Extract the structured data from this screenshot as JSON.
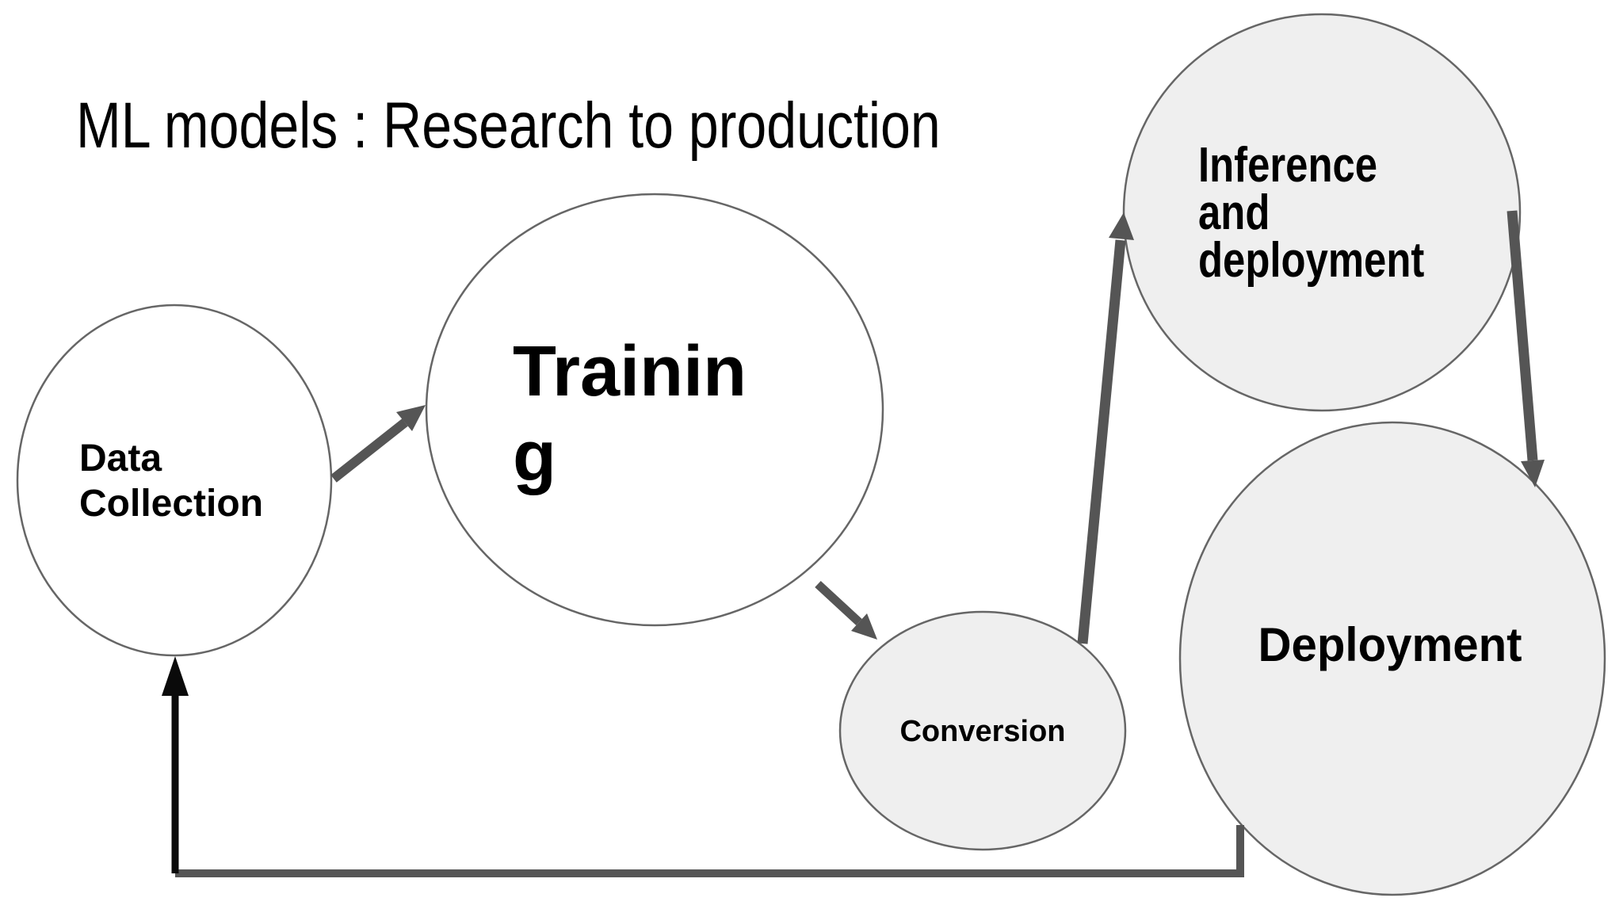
{
  "title": {
    "text": "ML models : Research to production"
  },
  "colors": {
    "background": "#ffffff",
    "node_fill_white": "#ffffff",
    "node_fill_gray": "#efefef",
    "node_stroke": "#666666",
    "arrow_gray": "#555555",
    "arrow_black": "#0a0a0a",
    "text": "#000000"
  },
  "nodes": [
    {
      "id": "data-collection",
      "label": "Data Collection",
      "lines": [
        "Data",
        "Collection"
      ]
    },
    {
      "id": "training",
      "label": "Training",
      "lines": [
        "Trainin",
        "g"
      ]
    },
    {
      "id": "conversion",
      "label": "Conversion",
      "lines": [
        "Conversion"
      ]
    },
    {
      "id": "inference-deployment",
      "label": "Inference and deployment",
      "lines": [
        "Inference",
        "and",
        "deployment"
      ]
    },
    {
      "id": "deployment",
      "label": "Deployment",
      "lines": [
        "Deployment"
      ]
    }
  ],
  "edges": [
    {
      "from": "data-collection",
      "to": "training"
    },
    {
      "from": "training",
      "to": "conversion"
    },
    {
      "from": "conversion",
      "to": "inference-deployment"
    },
    {
      "from": "inference-deployment",
      "to": "deployment"
    },
    {
      "from": "deployment",
      "to": "data-collection"
    }
  ]
}
